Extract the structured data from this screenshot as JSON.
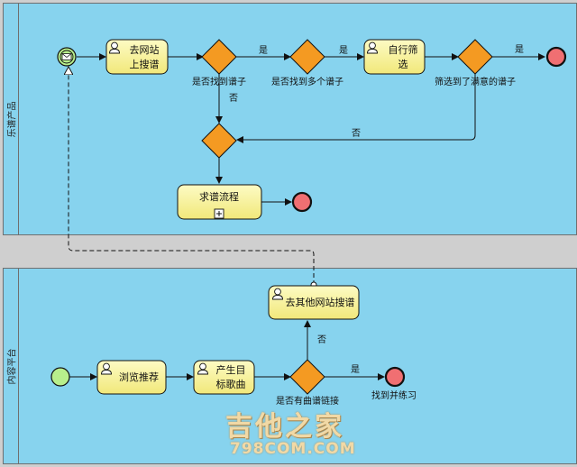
{
  "pools": {
    "top": {
      "label": "乐谱产品"
    },
    "bottom": {
      "label": "内容平台"
    }
  },
  "tasks": {
    "go_site_l1": "去网站",
    "go_site_l2": "上搜谱",
    "self_filter_l1": "自行筛",
    "self_filter_l2": "选",
    "request_score": "求谱流程",
    "other_site": "去其他网站搜谱",
    "browse": "浏览推荐",
    "target_l1": "产生目",
    "target_l2": "标歌曲"
  },
  "gateways": {
    "found": "是否找到谱子",
    "found_many": "是否找到多个谱子",
    "satisfied": "筛选到了满意的谱子",
    "has_link": "是否有曲谱链接"
  },
  "flow_labels": {
    "yes": "是",
    "no": "否",
    "found_and_practice": "找到并练习"
  },
  "watermark": {
    "cn": "吉他之家",
    "en": "798COM.COM"
  }
}
